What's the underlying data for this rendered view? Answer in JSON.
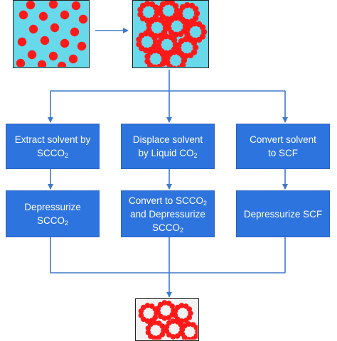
{
  "colors": {
    "box_fill": "#2e74de",
    "box_text": "#ffffff",
    "connector": "#3f78c9",
    "panel_fill": "#67d9ea",
    "final_panel_fill": "#f2f2f2",
    "particle": "#ff1a1a"
  },
  "steps": [
    {
      "lines": [
        [
          {
            "t": "Extract solvent by"
          }
        ],
        [
          {
            "t": "SCCO"
          },
          {
            "t": "2",
            "sub": true
          }
        ]
      ]
    },
    {
      "lines": [
        [
          {
            "t": "Displace solvent"
          }
        ],
        [
          {
            "t": "by Liquid CO"
          },
          {
            "t": "2",
            "sub": true
          }
        ]
      ]
    },
    {
      "lines": [
        [
          {
            "t": "Convert solvent"
          }
        ],
        [
          {
            "t": "to SCF"
          }
        ]
      ]
    },
    {
      "lines": [
        [
          {
            "t": "Depressurize"
          }
        ],
        [
          {
            "t": "SCCO"
          },
          {
            "t": "2",
            "sub": true
          }
        ]
      ]
    },
    {
      "lines": [
        [
          {
            "t": "Convert to SCCO"
          },
          {
            "t": "2",
            "sub": true
          }
        ],
        [
          {
            "t": "and Depressurize"
          }
        ],
        [
          {
            "t": "SCCO"
          },
          {
            "t": "2",
            "sub": true
          }
        ]
      ]
    },
    {
      "lines": [
        [
          {
            "t": "Depressurize SCF"
          }
        ]
      ]
    }
  ]
}
